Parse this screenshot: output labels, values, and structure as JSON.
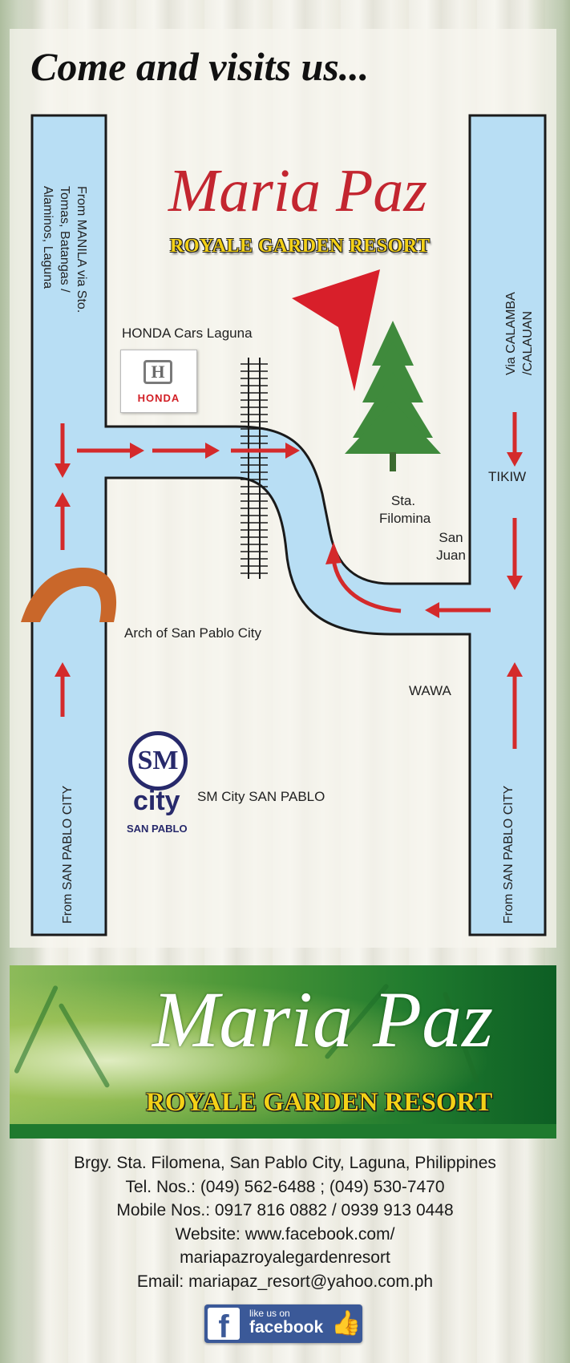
{
  "title": "Come and visits us...",
  "brand": {
    "name": "Maria Paz",
    "subtitle": "ROYALE GARDEN RESORT"
  },
  "map": {
    "labels": {
      "from_manila": "From MANILA via Sto. Tomas, Batangas / Alaminos, Laguna",
      "via_calamba": "Via CALAMBA /CALAUAN",
      "honda_cars": "HONDA Cars Laguna",
      "tikiw": "TIKIW",
      "sta_filomina": "Sta. Filomina",
      "san_juan": "San Juan",
      "arch": "Arch of San Pablo City",
      "wawa": "WAWA",
      "sm_city": "SM City SAN PABLO",
      "from_san_pablo_left": "From SAN PABLO CITY",
      "from_san_pablo_right": "From SAN PABLO CITY"
    },
    "honda_logo": {
      "mark": "H",
      "text": "HONDA"
    },
    "sm_logo": {
      "mark": "SM",
      "city": "city",
      "place": "SAN PABLO"
    },
    "colors": {
      "road": "#b8def4",
      "road_edge": "#1a1a1a",
      "arrow": "#d42a2b",
      "tree": "#3f8a3c",
      "arch": "#c9672a",
      "pin": "#d81f2a"
    }
  },
  "banner": {
    "name": "Maria Paz",
    "subtitle": "ROYALE GARDEN RESORT"
  },
  "contact": {
    "address": "Brgy. Sta. Filomena, San Pablo City, Laguna, Philippines",
    "tel": "Tel. Nos.: (049) 562-6488 ; (049) 530-7470",
    "mobile": "Mobile Nos.: 0917 816 0882 / 0939 913 0448",
    "website_line1": "Website: www.facebook.com/",
    "website_line2": "mariapazroyalegardenresort",
    "email": "Email: mariapaz_resort@yahoo.com.ph"
  },
  "facebook": {
    "line1": "like us on",
    "line2": "facebook"
  }
}
